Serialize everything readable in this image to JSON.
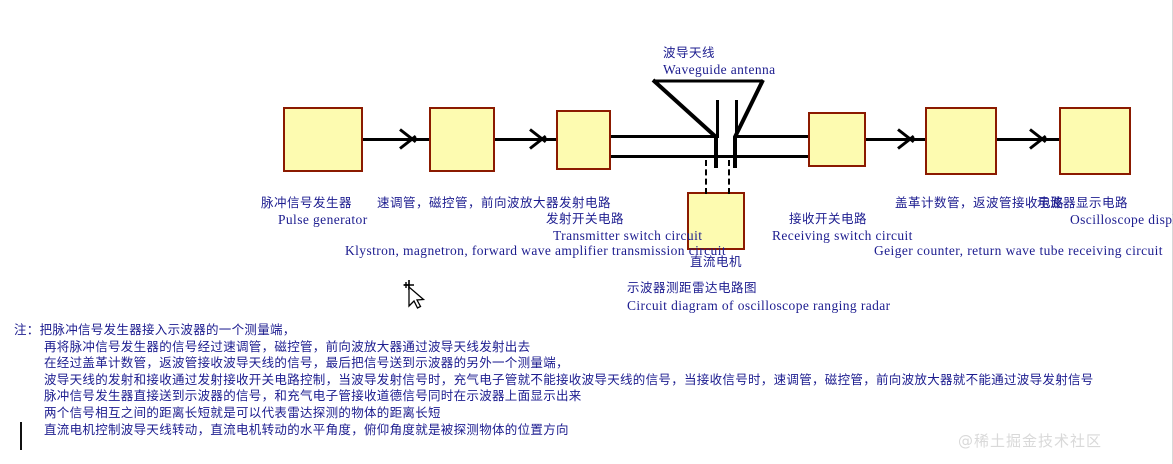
{
  "diagram": {
    "title_cn": "示波器测距雷达电路图",
    "title_en": "Circuit diagram of oscilloscope ranging radar",
    "colors": {
      "block_fill": "#fdfbb0",
      "block_border": "#8b1a00",
      "line": "#000000",
      "text": "#1c1c8f",
      "watermark": "#d9d9d9"
    },
    "antenna": {
      "label_cn": "波导天线",
      "label_en": "Waveguide antenna"
    },
    "blocks": [
      {
        "id": "pulse-generator",
        "label_cn": "脉冲信号发生器",
        "label_en": "Pulse generator"
      },
      {
        "id": "transmitter-amplifier",
        "label_cn": "速调管，磁控管，前向波放大器发射电路",
        "label_en": "Klystron, magnetron, forward wave amplifier transmission circuit"
      },
      {
        "id": "transmitter-switch",
        "label_cn": "发射开关电路",
        "label_en": "Transmitter switch circuit"
      },
      {
        "id": "receiving-switch",
        "label_cn": "接收开关电路",
        "label_en": "Receiving switch circuit"
      },
      {
        "id": "receiver-circuit",
        "label_cn": "盖革计数管，返波管接收电路",
        "label_en": "Geiger counter, return wave tube receiving circuit"
      },
      {
        "id": "oscilloscope-display",
        "label_cn": "示波器显示电路",
        "label_en": "Oscilloscope display"
      },
      {
        "id": "dc-motor",
        "label_cn": "直流电机",
        "label_en": ""
      }
    ],
    "notes": {
      "lines": [
        "注：把脉冲信号发生器接入示波器的一个测量端，",
        "再将脉冲信号发生器的信号经过速调管，磁控管，前向波放大器通过波导天线发射出去",
        "在经过盖革计数管，返波管接收波导天线的信号，最后把信号送到示波器的另外一个测量端，",
        "波导天线的发射和接收通过发射接收开关电路控制，当波导发射信号时，充气电子管就不能接收波导天线的信号，当接收信号时，速调管，磁控管，前向波放大器就不能通过波导发射信号",
        "脉冲信号发生器直接送到示波器的信号，和充气电子管接收道德信号同时在示波器上面显示出来",
        "两个信号相互之间的距离长短就是可以代表雷达探测的物体的距离长短",
        "直流电机控制波导天线转动，直流电机转动的水平角度，俯仰角度就是被探测物体的位置方向"
      ]
    },
    "watermark": "@稀土掘金技术社区"
  }
}
